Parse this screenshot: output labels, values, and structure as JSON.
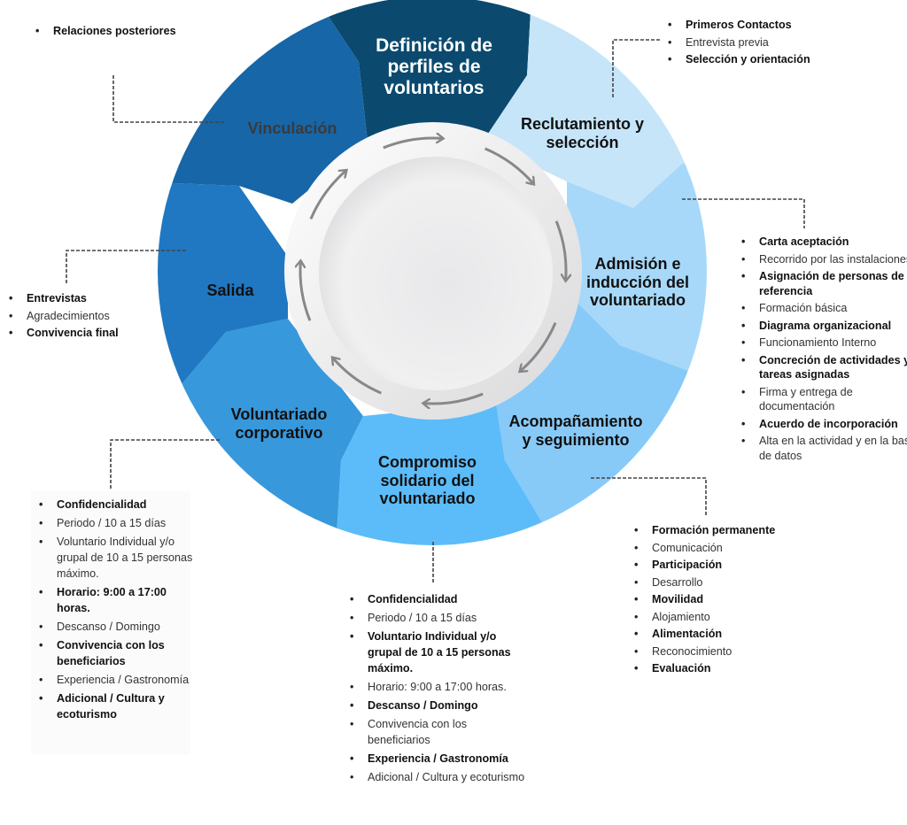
{
  "segments": [
    {
      "id": "definicion",
      "label": "Definición de perfiles de voluntarios",
      "color": "#0b4a6e"
    },
    {
      "id": "reclutamiento",
      "label": "Reclutamiento y selección",
      "color": "#c6e5f9"
    },
    {
      "id": "admision",
      "label": "Admisión e inducción del voluntariado",
      "color": "#a7d8f9"
    },
    {
      "id": "acompanamiento",
      "label": "Acompañamiento y seguimiento",
      "color": "#87caf8"
    },
    {
      "id": "compromiso",
      "label": "Compromiso solidario del voluntariado",
      "color": "#5cbcf9"
    },
    {
      "id": "corporativo",
      "label": "Voluntariado corporativo",
      "color": "#3898dc"
    },
    {
      "id": "salida",
      "label": "Salida",
      "color": "#1f78c1"
    },
    {
      "id": "vinculacion",
      "label": "Vinculación",
      "color": "#1766a7"
    }
  ],
  "lists": {
    "vinculacion": [
      {
        "t": "Relaciones posteriores",
        "b": true
      }
    ],
    "reclutamiento": [
      {
        "t": "Primeros Contactos",
        "b": true
      },
      {
        "t": "Entrevista previa",
        "b": false
      },
      {
        "t": "Selección y orientación",
        "b": true
      }
    ],
    "admision": [
      {
        "t": "Carta aceptación",
        "b": true
      },
      {
        "t": "Recorrido por las instalaciones",
        "b": false
      },
      {
        "t": "Asignación de personas de referencia",
        "b": true
      },
      {
        "t": "Formación básica",
        "b": false
      },
      {
        "t": "Diagrama organizacional",
        "b": true
      },
      {
        "t": "Funcionamiento Interno",
        "b": false
      },
      {
        "t": "Concreción de actividades y tareas asignadas",
        "b": true
      },
      {
        "t": "Firma y entrega de documentación",
        "b": false
      },
      {
        "t": "Acuerdo de incorporación",
        "b": true
      },
      {
        "t": "Alta en la actividad y en la base de datos",
        "b": false
      }
    ],
    "salida": [
      {
        "t": "Entrevistas",
        "b": true
      },
      {
        "t": "Agradecimientos",
        "b": false
      },
      {
        "t": "Convivencia final",
        "b": true
      }
    ],
    "acompanamiento": [
      {
        "t": "Formación permanente",
        "b": true
      },
      {
        "t": "Comunicación",
        "b": false
      },
      {
        "t": "Participación",
        "b": true
      },
      {
        "t": "Desarrollo",
        "b": false
      },
      {
        "t": "Movilidad",
        "b": true
      },
      {
        "t": "Alojamiento",
        "b": false
      },
      {
        "t": "Alimentación",
        "b": true
      },
      {
        "t": "Reconocimiento",
        "b": false
      },
      {
        "t": "Evaluación",
        "b": true
      }
    ],
    "corporativo": [
      {
        "t": "Confidencialidad",
        "b": true
      },
      {
        "t": "Periodo / 10 a 15 días",
        "b": false
      },
      {
        "t": "Voluntario Individual y/o grupal de 10 a 15 personas máximo.",
        "b": false
      },
      {
        "t": "Horario: 9:00 a 17:00 horas.",
        "b": true
      },
      {
        "t": "Descanso / Domingo",
        "b": false
      },
      {
        "t": "Convivencia con los beneficiarios",
        "b": true
      },
      {
        "t": "Experiencia / Gastronomía",
        "b": false
      },
      {
        "t": "Adicional / Cultura y ecoturismo",
        "b": true
      }
    ],
    "compromiso": [
      {
        "t": "Confidencialidad",
        "b": true
      },
      {
        "t": "Periodo / 10 a 15 días",
        "b": false
      },
      {
        "t": "Voluntario Individual y/o grupal de 10 a 15 personas máximo.",
        "b": true
      },
      {
        "t": "Horario: 9:00 a 17:00 horas.",
        "b": false
      },
      {
        "t": "Descanso / Domingo",
        "b": true
      },
      {
        "t": "Convivencia con los beneficiarios",
        "b": false
      },
      {
        "t": "Experiencia / Gastronomía",
        "b": true
      },
      {
        "t": "Adicional / Cultura y ecoturismo",
        "b": false
      }
    ]
  }
}
